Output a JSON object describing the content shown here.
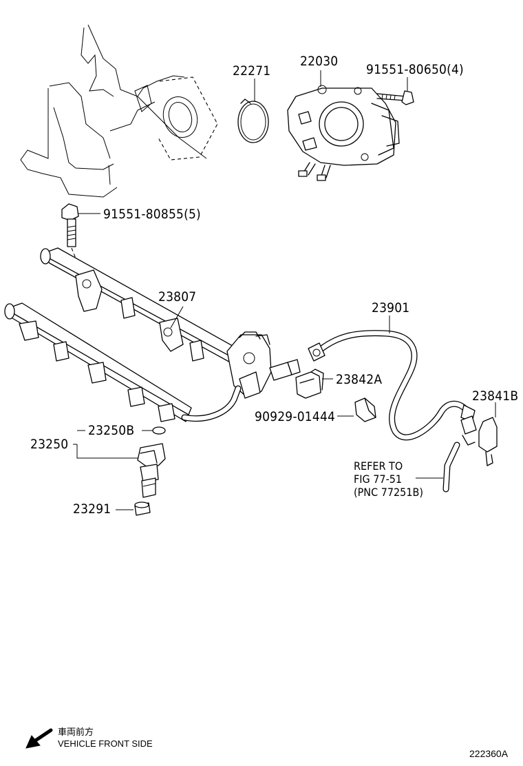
{
  "parts": {
    "p22271": "22271",
    "p22030": "22030",
    "p9155180650": "91551-80650(4)",
    "p9155180855": "91551-80855(5)",
    "p23807": "23807",
    "p23901": "23901",
    "p23842a": "23842A",
    "p9092901444": "90929-01444",
    "p23841b": "23841B",
    "p23250b": "23250B",
    "p23250": "23250",
    "p23291": "23291"
  },
  "refer_note": {
    "line1": "REFER TO",
    "line2": "FIG 77-51",
    "line3": "(PNC 77251B)"
  },
  "footer": {
    "direction_jp": "車両前方",
    "direction_en": "VEHICLE FRONT SIDE",
    "diagram_code": "222360A"
  }
}
